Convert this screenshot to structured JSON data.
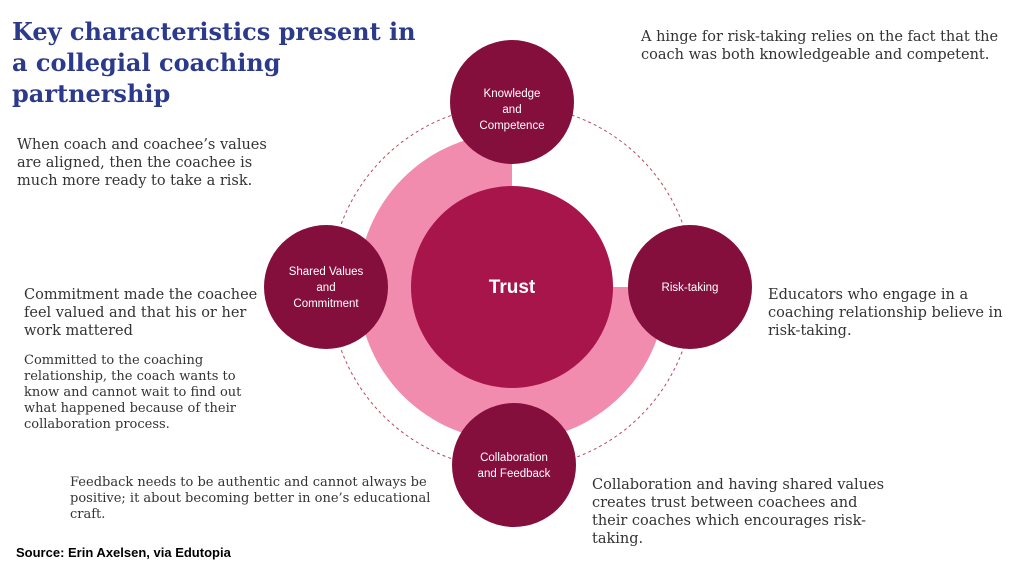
{
  "title": "Key characteristics present in a collegial coaching partnership",
  "center": {
    "label": "Trust"
  },
  "nodes": {
    "knowledge": [
      "Knowledge",
      "and",
      "Competence"
    ],
    "risk": [
      "Risk-taking"
    ],
    "collab": [
      "Collaboration",
      "and Feedback"
    ],
    "shared": [
      "Shared Values",
      "and",
      "Commitment"
    ]
  },
  "notes": {
    "top_right": "A hinge for risk-taking relies on the fact that the coach was both knowledgeable and competent.",
    "values_aligned": "When coach and coachee’s values are aligned, then the coachee is much more ready to take a risk.",
    "commitment": "Commitment made the coachee feel valued and that his or her work mattered",
    "committed": "Committed to the coaching relationship, the coach wants to know and  cannot wait to find out what happened because of their collaboration process.",
    "educators": "Educators who engage in a coaching relationship believe in risk-taking.",
    "feedback": "Feedback needs to be authentic and cannot always be positive; it about becoming better in one’s educational craft.",
    "collaboration": "Collaboration and having shared values creates trust between coachees and their coaches which encourages risk-taking."
  },
  "source": "Source: Erin Axelsen, via Edutopia",
  "colors": {
    "title": "#2c3a8c",
    "ring": "#f28cae",
    "center": "#a8154a",
    "node": "#850f3c",
    "dashed": "#b8495f"
  }
}
